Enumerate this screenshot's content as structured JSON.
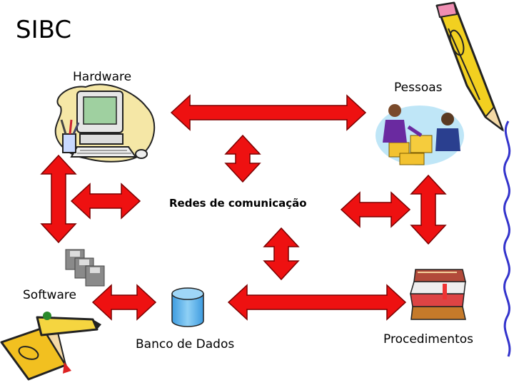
{
  "title": "SIBC",
  "nodes": {
    "hardware": "Hardware",
    "pessoas": "Pessoas",
    "redes": "Redes de comunicação",
    "software": "Software",
    "banco": "Banco de Dados",
    "procedimentos": "Procedimentos"
  },
  "colors": {
    "arrow_fill": "#ee1111",
    "arrow_stroke": "#7a0000",
    "db_fill": "#5ab4ef",
    "db_top": "#9fd6f7"
  },
  "icons": [
    "computer-clipart-icon",
    "business-people-clipart-icon",
    "floppy-disks-icon",
    "database-cylinder-icon",
    "books-stack-icon",
    "pencil-icon",
    "crayons-icon",
    "wavy-border-icon"
  ]
}
